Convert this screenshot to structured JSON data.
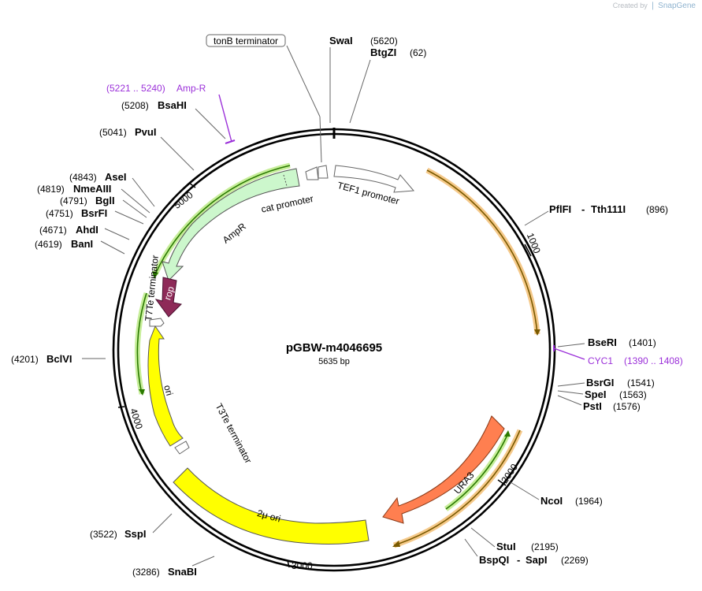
{
  "credit": {
    "prefix": "Created by",
    "brand": "SnapGene"
  },
  "plasmid": {
    "name": "pGBW-m4046695",
    "length_label": "5635 bp"
  },
  "scale_ticks": [
    "1000",
    "2000",
    "3000",
    "4000",
    "5000"
  ],
  "sites": [
    {
      "id": "swai",
      "name": "SwaI",
      "pos": "(5620)"
    },
    {
      "id": "btgzi",
      "name": "BtgZI",
      "pos": "(62)"
    },
    {
      "id": "pflfi",
      "name": "PflFI",
      "sep": "-",
      "name2": "Tth111I",
      "pos": "(896)"
    },
    {
      "id": "bseri",
      "name": "BseRI",
      "pos": "(1401)"
    },
    {
      "id": "bsrgi",
      "name": "BsrGI",
      "pos": "(1541)"
    },
    {
      "id": "spei",
      "name": "SpeI",
      "pos": "(1563)"
    },
    {
      "id": "psti",
      "name": "PstI",
      "pos": "(1576)"
    },
    {
      "id": "ncoi",
      "name": "NcoI",
      "pos": "(1964)"
    },
    {
      "id": "stui",
      "name": "StuI",
      "pos": "(2195)"
    },
    {
      "id": "bspqi",
      "name": "BspQI",
      "sep": "-",
      "name2": "SapI",
      "pos": "(2269)"
    },
    {
      "id": "snabi",
      "name": "SnaBI",
      "pos": "(3286)"
    },
    {
      "id": "sspi",
      "name": "SspI",
      "pos": "(3522)"
    },
    {
      "id": "bclvi",
      "name": "BclVI",
      "pos": "(4201)"
    },
    {
      "id": "bani",
      "name": "BanI",
      "pos": "(4619)"
    },
    {
      "id": "ahdi",
      "name": "AhdI",
      "pos": "(4671)"
    },
    {
      "id": "bsrfi",
      "name": "BsrFI",
      "pos": "(4751)"
    },
    {
      "id": "bgli",
      "name": "BglI",
      "pos": "(4791)"
    },
    {
      "id": "nmeaiii",
      "name": "NmeAIII",
      "pos": "(4819)"
    },
    {
      "id": "asei",
      "name": "AseI",
      "pos": "(4843)"
    },
    {
      "id": "pvui",
      "name": "PvuI",
      "pos": "(5041)"
    },
    {
      "id": "bsahi",
      "name": "BsaHI",
      "pos": "(5208)"
    }
  ],
  "primers": [
    {
      "id": "amp-r",
      "range": "(5221 .. 5240)",
      "name": "Amp-R"
    },
    {
      "id": "cyc1",
      "range": "(1390 .. 1408)",
      "name": "CYC1"
    }
  ],
  "features": {
    "tonb": "tonB terminator",
    "tef1": "TEF1 promoter",
    "cat": "cat promoter",
    "ampr": "AmpR",
    "rop": "rop",
    "t7te": "T7Te terminator",
    "ori": "ori",
    "t3te": "T3Te terminator",
    "two_micron": "2μ ori",
    "ura3": "URA3"
  },
  "colors": {
    "ampr": "#ccf7cc",
    "rop": "#8e2a58",
    "ori": "#ffff00",
    "ura3": "#ff7f50",
    "terminator": "#ffffff",
    "primer": "#9b30d9",
    "orange_halo": "#f5c98a",
    "green_halo": "#c7ee9a"
  }
}
